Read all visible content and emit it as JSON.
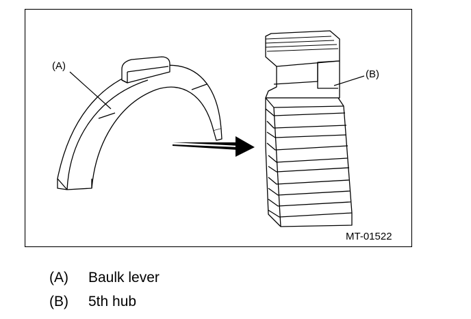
{
  "figure": {
    "code": "MT-01522",
    "callouts": [
      {
        "key": "(A)"
      },
      {
        "key": "(B)"
      }
    ]
  },
  "legend": [
    {
      "key": "(A)",
      "text": "Baulk lever"
    },
    {
      "key": "(B)",
      "text": "5th hub"
    }
  ],
  "colors": {
    "line": "#000000",
    "background": "#ffffff"
  }
}
